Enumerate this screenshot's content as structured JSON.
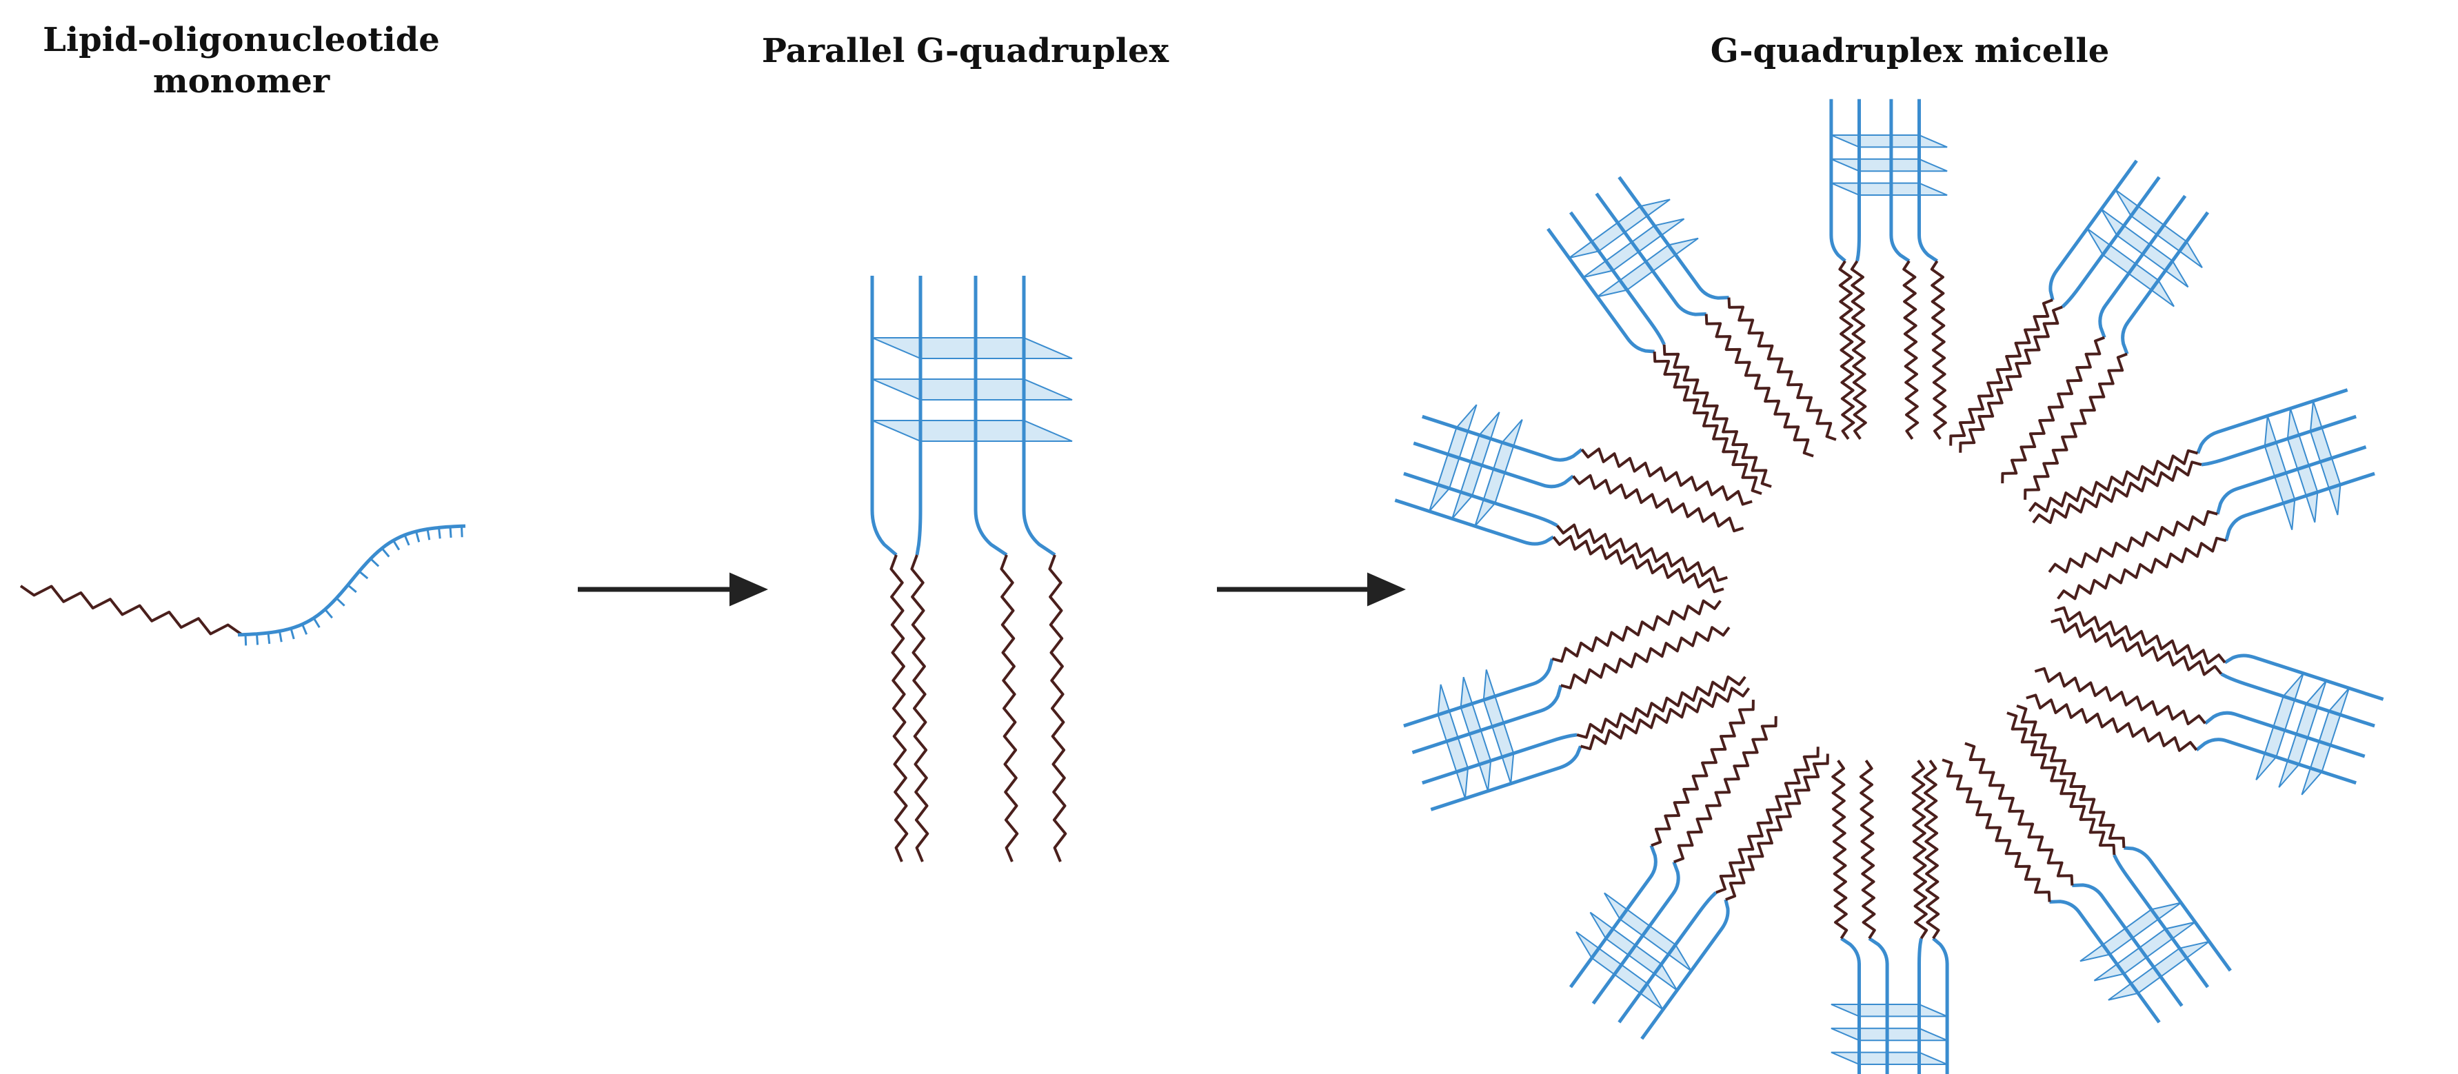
{
  "stages": [
    {
      "title_line1": "Lipid-oligonucleotide",
      "title_line2": "monomer"
    },
    {
      "title": "Parallel G-quadruplex"
    },
    {
      "title": "G-quadruplex micelle"
    }
  ],
  "colors": {
    "lipid_tail": "#4a1f1c",
    "dna_strand": "#3a8ccf",
    "tetrad_fill": "#cfe6f5",
    "arrow": "#222222"
  },
  "micelle": {
    "unit_count": 10
  }
}
